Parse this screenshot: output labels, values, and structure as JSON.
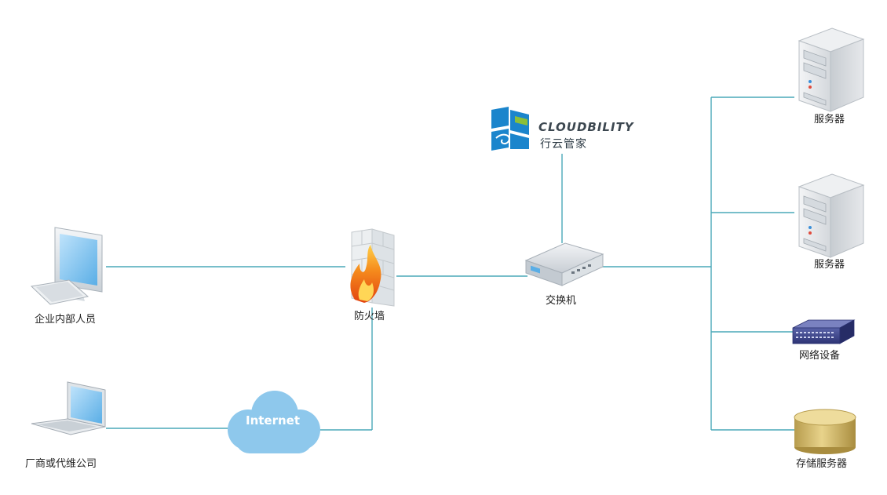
{
  "brand": {
    "name": "CLOUDBILITY",
    "name_cn": "行云管家"
  },
  "nodes": {
    "internal_staff": "企业内部人员",
    "vendor": "厂商或代维公司",
    "internet": "Internet",
    "firewall": "防火墙",
    "switch": "交换机",
    "server_1": "服务器",
    "server_2": "服务器",
    "network_device": "网络设备",
    "storage_server": "存储服务器"
  },
  "colors": {
    "connector": "#4aa9b8",
    "cloud": "#8ec8ec",
    "logo_blue": "#1b85cc",
    "logo_green": "#8bbf3a"
  }
}
